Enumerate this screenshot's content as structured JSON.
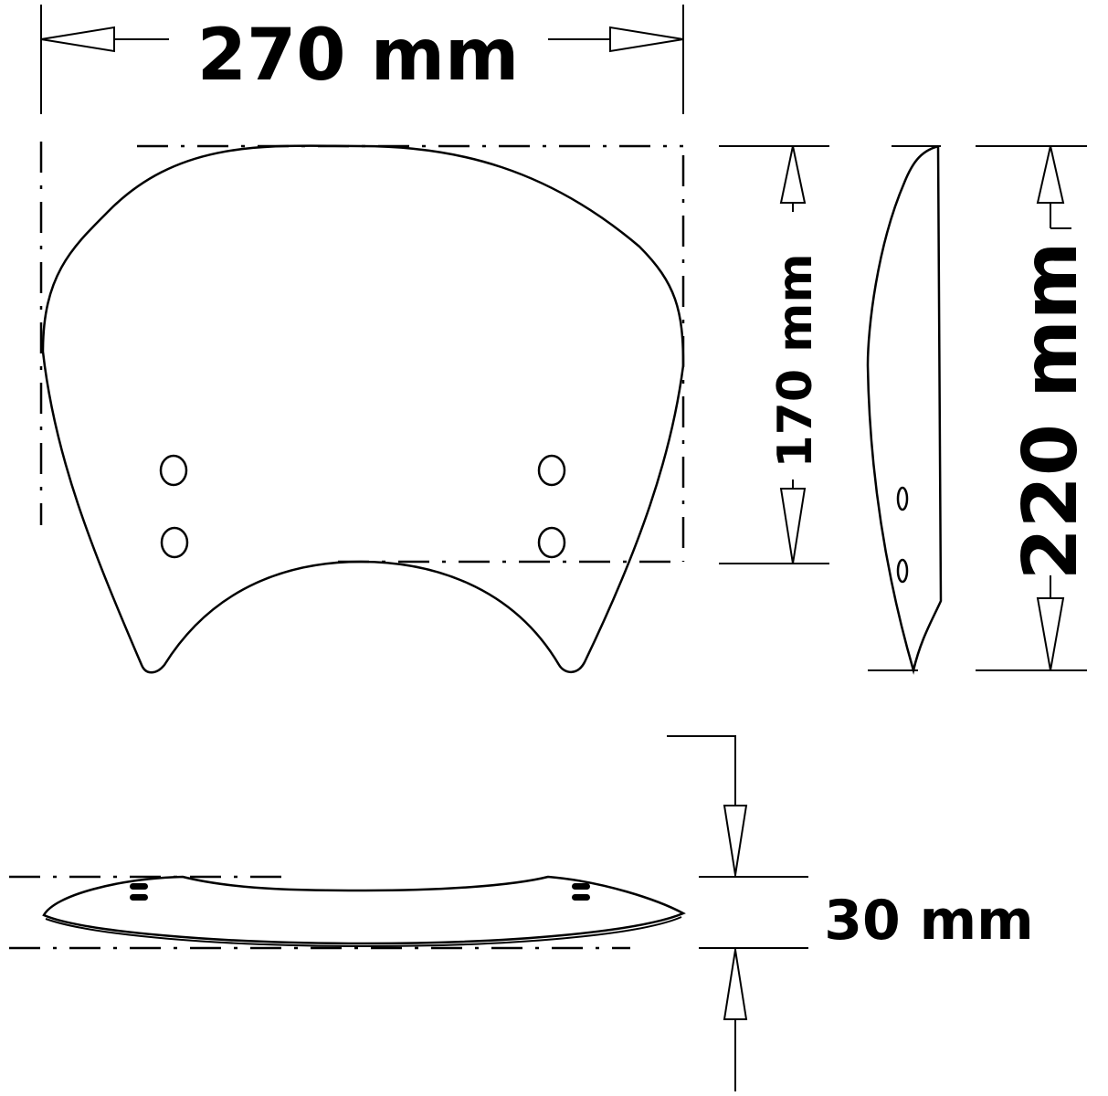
{
  "drawing": {
    "title": "Windscreen dimension drawing",
    "colors": {
      "line": "#000000",
      "background": "#ffffff"
    },
    "dimensions": {
      "width": {
        "label": "270 mm",
        "value": 270,
        "unit": "mm"
      },
      "visible_height": {
        "label": "170 mm",
        "value": 170,
        "unit": "mm"
      },
      "total_height": {
        "label": "220 mm",
        "value": 220,
        "unit": "mm"
      },
      "depth": {
        "label": "30 mm",
        "value": 30,
        "unit": "mm"
      }
    },
    "views": [
      {
        "name": "front-view",
        "mounting_holes": 4
      },
      {
        "name": "side-view",
        "mounting_holes": 2
      },
      {
        "name": "top-view",
        "mounting_holes": 4
      }
    ]
  }
}
